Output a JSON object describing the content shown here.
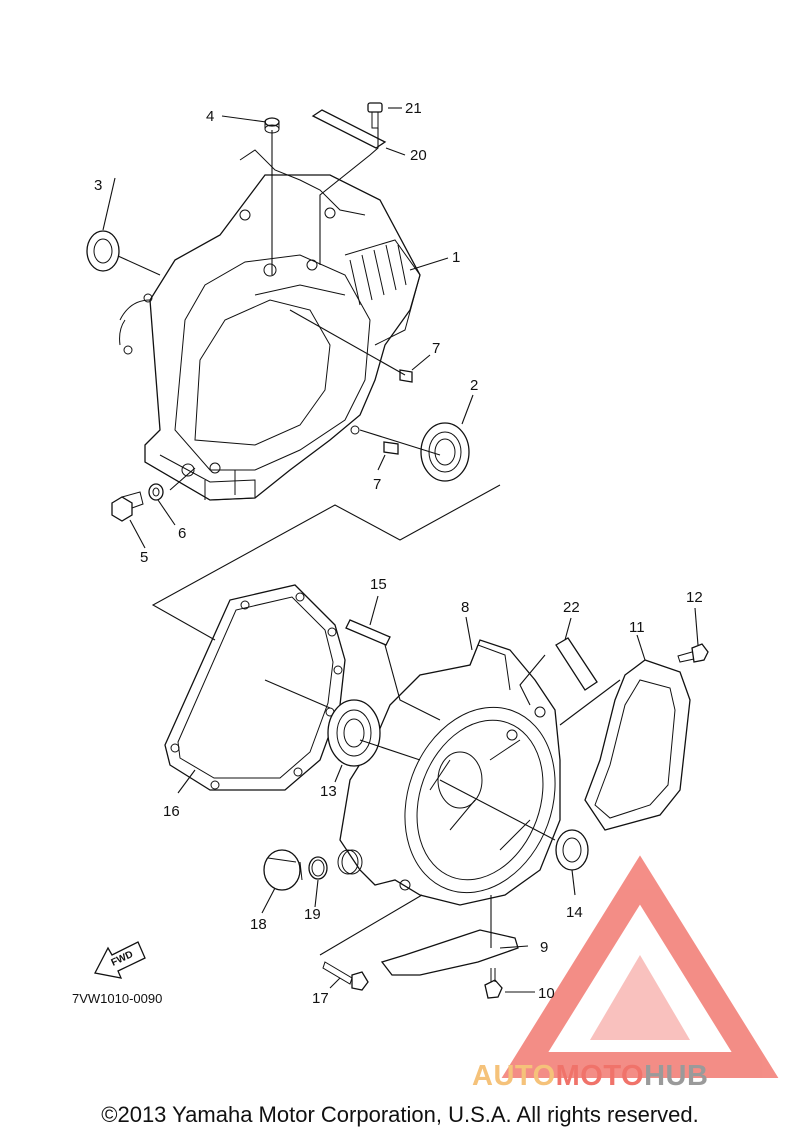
{
  "diagram": {
    "part_numbers": {
      "p1": "1",
      "p2": "2",
      "p3": "3",
      "p4": "4",
      "p5": "5",
      "p6": "6",
      "p7a": "7",
      "p7b": "7",
      "p8": "8",
      "p9": "9",
      "p10": "10",
      "p11": "11",
      "p12": "12",
      "p13": "13",
      "p14": "14",
      "p15": "15",
      "p16": "16",
      "p17": "17",
      "p18": "18",
      "p19": "19",
      "p20": "20",
      "p21": "21",
      "p22": "22"
    },
    "diagram_code": "7VW1010-0090",
    "fwd_label": "FWD"
  },
  "watermark": {
    "word_part1": "AUTO",
    "word_part2": "MOTO",
    "word_part3": "HUB",
    "colors": {
      "orange": "#f5c27a",
      "red": "#f0736a",
      "gray": "#9a9a9a",
      "triangle": "#f27a72"
    }
  },
  "footer": {
    "copyright": "©2013 Yamaha Motor Corporation, U.S.A. All rights reserved."
  }
}
